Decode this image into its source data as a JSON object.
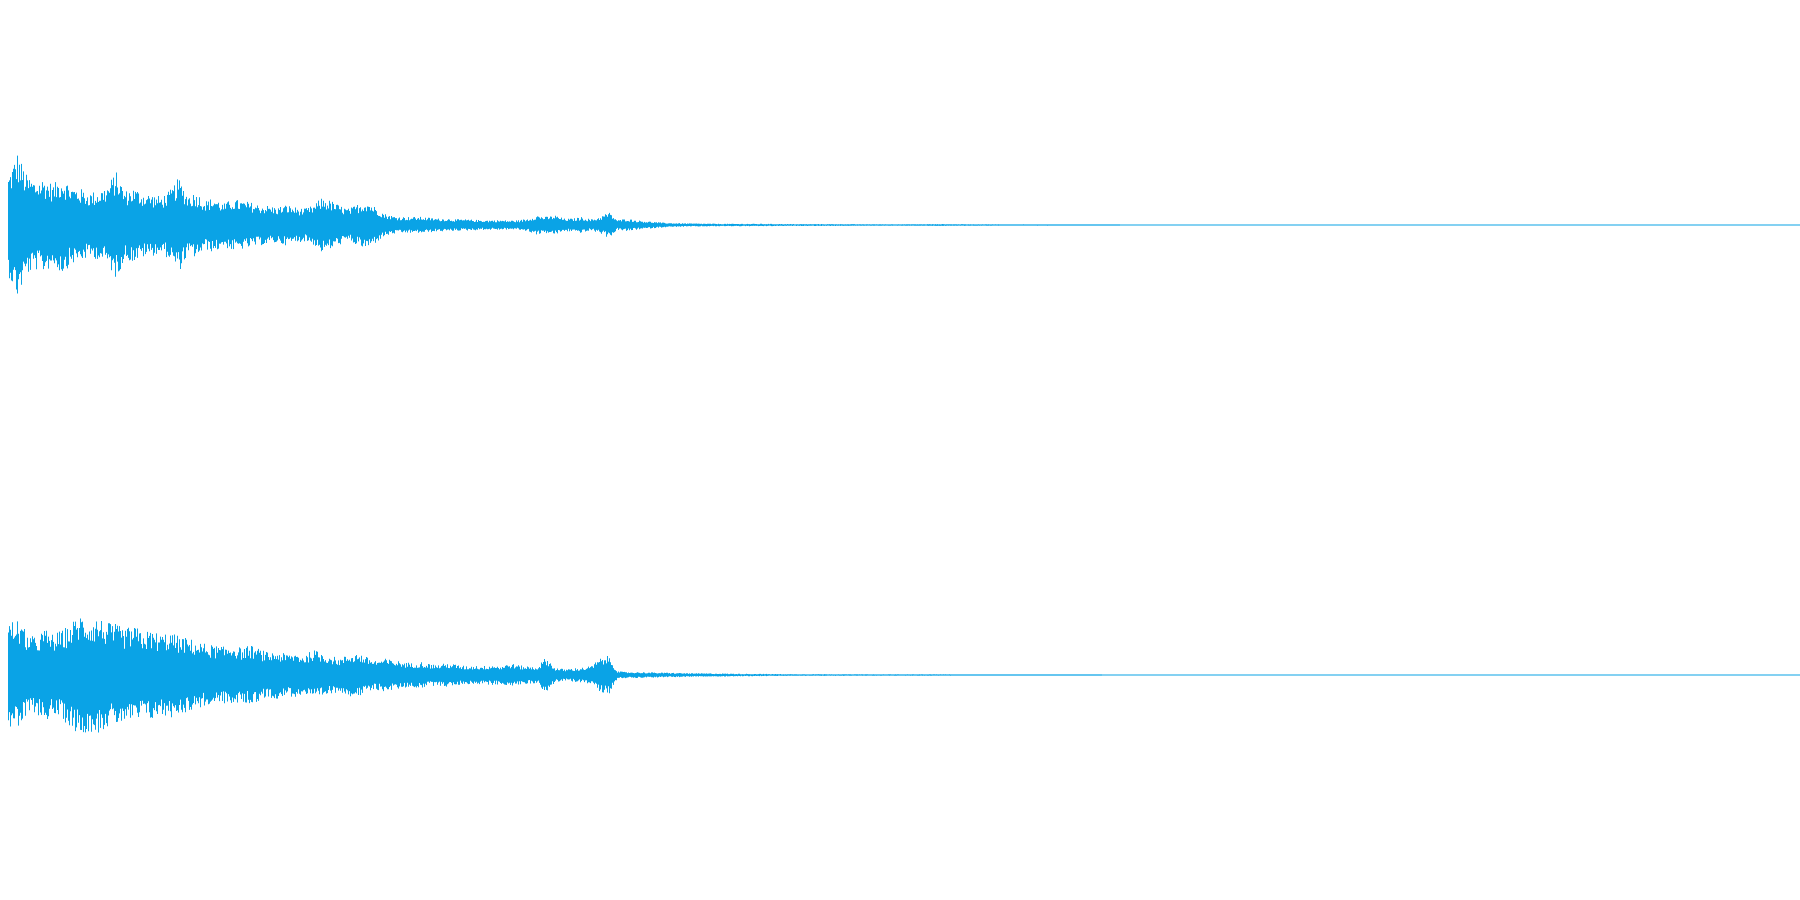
{
  "waveform": {
    "color": "#0aa3e6",
    "channels": [
      {
        "name": "channel-left",
        "envelope": [
          [
            0.0,
            0.62
          ],
          [
            0.005,
            0.9
          ],
          [
            0.01,
            0.62
          ],
          [
            0.015,
            0.55
          ],
          [
            0.02,
            0.58
          ],
          [
            0.025,
            0.5
          ],
          [
            0.03,
            0.6
          ],
          [
            0.035,
            0.48
          ],
          [
            0.04,
            0.45
          ],
          [
            0.045,
            0.4
          ],
          [
            0.05,
            0.42
          ],
          [
            0.055,
            0.48
          ],
          [
            0.06,
            0.66
          ],
          [
            0.065,
            0.42
          ],
          [
            0.07,
            0.46
          ],
          [
            0.075,
            0.4
          ],
          [
            0.08,
            0.38
          ],
          [
            0.085,
            0.35
          ],
          [
            0.09,
            0.42
          ],
          [
            0.095,
            0.58
          ],
          [
            0.1,
            0.38
          ],
          [
            0.105,
            0.4
          ],
          [
            0.11,
            0.3
          ],
          [
            0.115,
            0.34
          ],
          [
            0.12,
            0.26
          ],
          [
            0.125,
            0.32
          ],
          [
            0.13,
            0.3
          ],
          [
            0.135,
            0.28
          ],
          [
            0.14,
            0.25
          ],
          [
            0.145,
            0.24
          ],
          [
            0.15,
            0.22
          ],
          [
            0.155,
            0.25
          ],
          [
            0.16,
            0.22
          ],
          [
            0.165,
            0.2
          ],
          [
            0.17,
            0.24
          ],
          [
            0.175,
            0.34
          ],
          [
            0.18,
            0.3
          ],
          [
            0.185,
            0.24
          ],
          [
            0.19,
            0.2
          ],
          [
            0.195,
            0.26
          ],
          [
            0.2,
            0.3
          ],
          [
            0.205,
            0.22
          ],
          [
            0.21,
            0.14
          ],
          [
            0.215,
            0.11
          ],
          [
            0.22,
            0.1
          ],
          [
            0.225,
            0.1
          ],
          [
            0.23,
            0.1
          ],
          [
            0.235,
            0.09
          ],
          [
            0.24,
            0.08
          ],
          [
            0.245,
            0.08
          ],
          [
            0.25,
            0.07
          ],
          [
            0.255,
            0.07
          ],
          [
            0.26,
            0.065
          ],
          [
            0.265,
            0.06
          ],
          [
            0.27,
            0.06
          ],
          [
            0.275,
            0.06
          ],
          [
            0.28,
            0.055
          ],
          [
            0.285,
            0.06
          ],
          [
            0.29,
            0.08
          ],
          [
            0.295,
            0.12
          ],
          [
            0.3,
            0.1
          ],
          [
            0.305,
            0.12
          ],
          [
            0.31,
            0.08
          ],
          [
            0.315,
            0.08
          ],
          [
            0.32,
            0.1
          ],
          [
            0.325,
            0.07
          ],
          [
            0.33,
            0.1
          ],
          [
            0.335,
            0.16
          ],
          [
            0.34,
            0.06
          ],
          [
            0.345,
            0.08
          ],
          [
            0.35,
            0.06
          ],
          [
            0.355,
            0.05
          ],
          [
            0.36,
            0.04
          ],
          [
            0.365,
            0.03
          ],
          [
            0.37,
            0.025
          ],
          [
            0.38,
            0.02
          ],
          [
            0.4,
            0.015
          ],
          [
            0.42,
            0.015
          ],
          [
            0.44,
            0.012
          ],
          [
            0.46,
            0.012
          ],
          [
            0.48,
            0.01
          ],
          [
            0.5,
            0.01
          ],
          [
            0.52,
            0.012
          ],
          [
            0.54,
            0.01
          ],
          [
            0.56,
            0.008
          ],
          [
            0.58,
            0.008
          ],
          [
            0.6,
            0.005
          ],
          [
            0.62,
            0.0
          ],
          [
            1.0,
            0.0
          ]
        ]
      },
      {
        "name": "channel-right",
        "envelope": [
          [
            0.0,
            0.72
          ],
          [
            0.005,
            0.75
          ],
          [
            0.01,
            0.58
          ],
          [
            0.015,
            0.5
          ],
          [
            0.02,
            0.62
          ],
          [
            0.025,
            0.55
          ],
          [
            0.03,
            0.6
          ],
          [
            0.035,
            0.7
          ],
          [
            0.04,
            0.82
          ],
          [
            0.045,
            0.75
          ],
          [
            0.05,
            0.78
          ],
          [
            0.055,
            0.7
          ],
          [
            0.06,
            0.68
          ],
          [
            0.065,
            0.62
          ],
          [
            0.07,
            0.66
          ],
          [
            0.075,
            0.58
          ],
          [
            0.08,
            0.6
          ],
          [
            0.085,
            0.55
          ],
          [
            0.09,
            0.58
          ],
          [
            0.095,
            0.52
          ],
          [
            0.1,
            0.5
          ],
          [
            0.105,
            0.45
          ],
          [
            0.11,
            0.42
          ],
          [
            0.115,
            0.4
          ],
          [
            0.12,
            0.38
          ],
          [
            0.125,
            0.42
          ],
          [
            0.13,
            0.36
          ],
          [
            0.135,
            0.4
          ],
          [
            0.14,
            0.35
          ],
          [
            0.145,
            0.3
          ],
          [
            0.15,
            0.32
          ],
          [
            0.155,
            0.28
          ],
          [
            0.16,
            0.3
          ],
          [
            0.165,
            0.26
          ],
          [
            0.17,
            0.34
          ],
          [
            0.175,
            0.3
          ],
          [
            0.18,
            0.26
          ],
          [
            0.185,
            0.22
          ],
          [
            0.19,
            0.28
          ],
          [
            0.195,
            0.3
          ],
          [
            0.2,
            0.24
          ],
          [
            0.205,
            0.2
          ],
          [
            0.21,
            0.22
          ],
          [
            0.215,
            0.2
          ],
          [
            0.22,
            0.18
          ],
          [
            0.225,
            0.16
          ],
          [
            0.23,
            0.18
          ],
          [
            0.235,
            0.15
          ],
          [
            0.24,
            0.14
          ],
          [
            0.245,
            0.16
          ],
          [
            0.25,
            0.14
          ],
          [
            0.255,
            0.12
          ],
          [
            0.26,
            0.13
          ],
          [
            0.265,
            0.12
          ],
          [
            0.27,
            0.14
          ],
          [
            0.275,
            0.12
          ],
          [
            0.28,
            0.16
          ],
          [
            0.285,
            0.13
          ],
          [
            0.29,
            0.12
          ],
          [
            0.295,
            0.11
          ],
          [
            0.3,
            0.24
          ],
          [
            0.305,
            0.1
          ],
          [
            0.31,
            0.08
          ],
          [
            0.315,
            0.09
          ],
          [
            0.32,
            0.1
          ],
          [
            0.325,
            0.12
          ],
          [
            0.33,
            0.22
          ],
          [
            0.335,
            0.26
          ],
          [
            0.34,
            0.05
          ],
          [
            0.345,
            0.04
          ],
          [
            0.35,
            0.04
          ],
          [
            0.36,
            0.035
          ],
          [
            0.37,
            0.03
          ],
          [
            0.38,
            0.025
          ],
          [
            0.4,
            0.02
          ],
          [
            0.42,
            0.015
          ],
          [
            0.44,
            0.012
          ],
          [
            0.46,
            0.012
          ],
          [
            0.48,
            0.01
          ],
          [
            0.5,
            0.01
          ],
          [
            0.52,
            0.01
          ],
          [
            0.54,
            0.008
          ],
          [
            0.56,
            0.008
          ],
          [
            0.58,
            0.006
          ],
          [
            0.6,
            0.005
          ],
          [
            0.61,
            0.0
          ],
          [
            1.0,
            0.0
          ]
        ]
      }
    ]
  }
}
